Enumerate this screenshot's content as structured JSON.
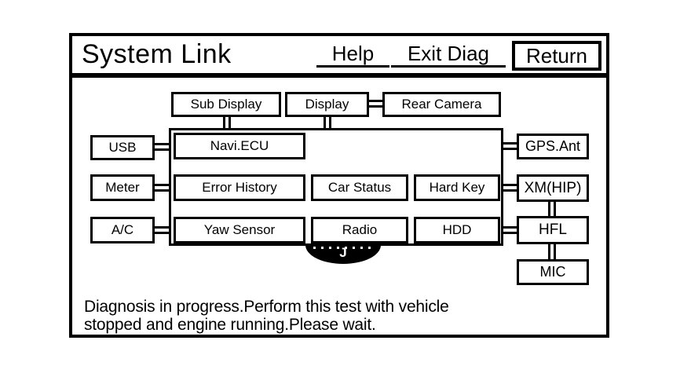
{
  "title": "System Link",
  "header": {
    "help": "Help",
    "exit_diag": "Exit Diag",
    "return_label": "Return"
  },
  "diagram": {
    "nodes": {
      "sub_display": "Sub Display",
      "display": "Display",
      "rear_camera": "Rear Camera",
      "usb": "USB",
      "meter": "Meter",
      "ac": "A/C",
      "navi_ecu": "Navi.ECU",
      "error_history": "Error History",
      "car_status": "Car Status",
      "hard_key": "Hard Key",
      "yaw_sensor": "Yaw Sensor",
      "radio": "Radio",
      "hdd": "HDD",
      "gps_ant": "GPS.Ant",
      "xm_hip": "XM(HIP)",
      "hfl": "HFL",
      "mic": "MIC"
    },
    "progress_glyph": "J"
  },
  "status": {
    "line1": "Diagnosis in progress.Perform this test with vehicle",
    "line2": "stopped and engine running.Please wait."
  },
  "colors": {
    "foreground": "#000000",
    "background": "#ffffff"
  }
}
